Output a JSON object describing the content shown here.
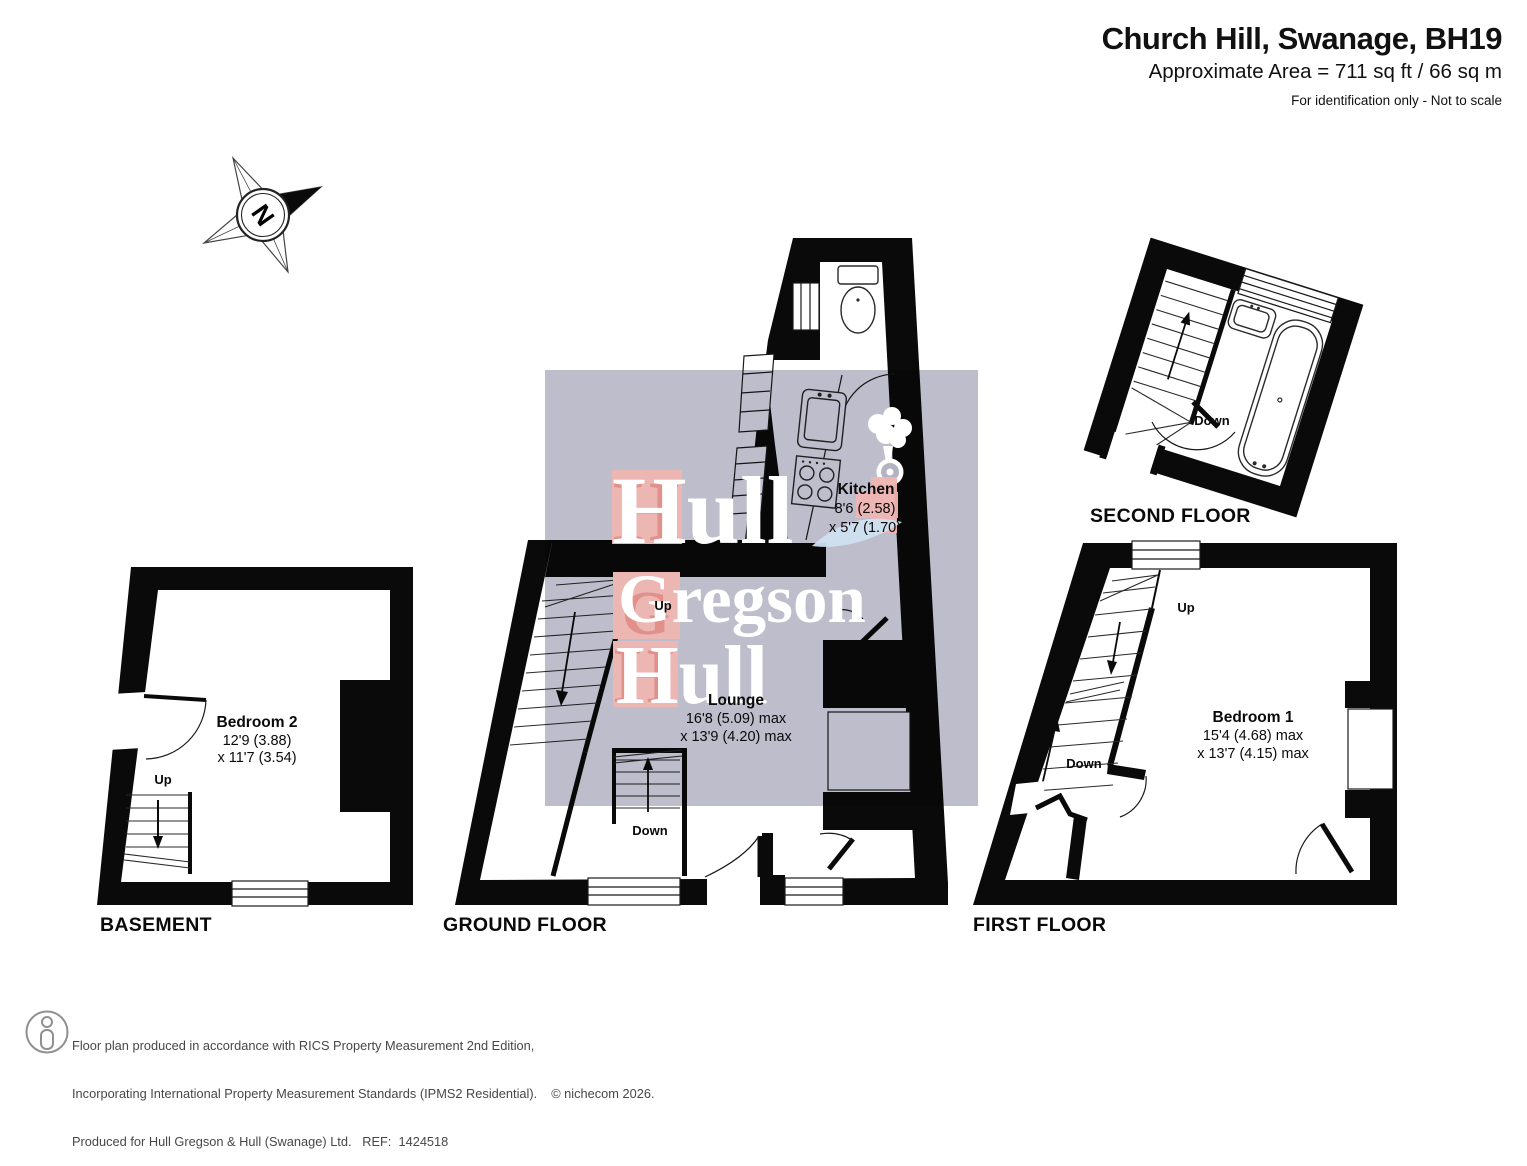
{
  "header": {
    "title": "Church Hill, Swanage, BH19",
    "area": "Approximate Area = 711 sq ft / 66 sq m",
    "disclaimer": "For identification only - Not to scale"
  },
  "compass": {
    "north": "N"
  },
  "colors": {
    "overlay": "#bdbdcb",
    "wall": "#0a0a0a",
    "logo_block_pink": "#ecb6b3",
    "logo_letter_red": "#e2908c",
    "logo_cross_pink": "#f0b6b3",
    "logo_swoosh_blue": "#cfe0f1"
  },
  "watermark": {
    "word1": "Hull",
    "word2": "Gregson",
    "word3": "Hull"
  },
  "plans": {
    "basement": {
      "floor_label": "BASEMENT",
      "room_name": "Bedroom 2",
      "room_dim1": "12'9 (3.88)",
      "room_dim2": "x 11'7 (3.54)",
      "stair_label": "Up"
    },
    "ground": {
      "floor_label": "GROUND FLOOR",
      "kitchen_name": "Kitchen",
      "kitchen_dim1": "8'6 (2.58)",
      "kitchen_dim2": "x 5'7 (1.70)",
      "lounge_name": "Lounge",
      "lounge_dim1": "16'8 (5.09) max",
      "lounge_dim2": "x 13'9 (4.20) max",
      "stair_up_label": "Up",
      "stair_down_label": "Down"
    },
    "first": {
      "floor_label": "FIRST FLOOR",
      "room_name": "Bedroom 1",
      "room_dim1": "15'4 (4.68) max",
      "room_dim2": "x 13'7 (4.15) max",
      "stair_up_label": "Up",
      "stair_down_label": "Down"
    },
    "second": {
      "floor_label": "SECOND FLOOR",
      "stair_down_label": "Down"
    }
  },
  "footer": {
    "line1": "Floor plan produced in accordance with RICS Property Measurement 2nd Edition,",
    "line2": "Incorporating International Property Measurement Standards (IPMS2 Residential).",
    "copyright": "© nichecom 2026.",
    "line3": "Produced for Hull Gregson & Hull (Swanage) Ltd.   REF:  1424518"
  }
}
